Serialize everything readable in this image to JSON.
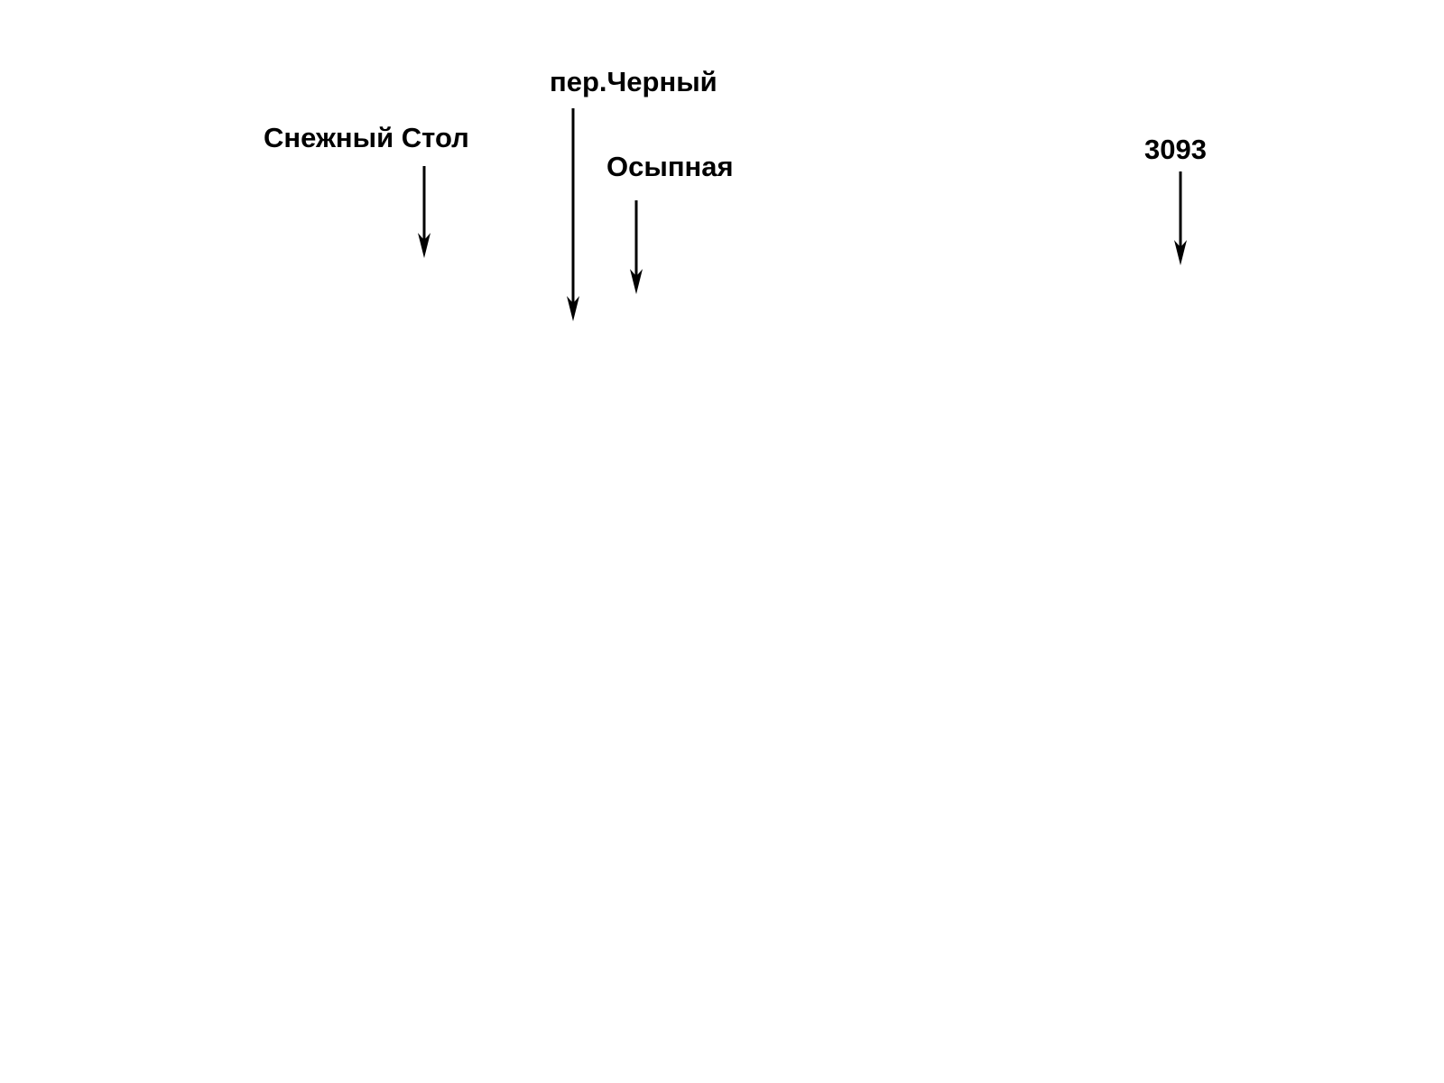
{
  "labels": {
    "snezhny_stol": "Снежный Стол",
    "per_cherny": "пер.Черный",
    "osypnaya": "Осыпная",
    "elevation_3093": "3093"
  },
  "colors": {
    "ink": "#000000",
    "background": "#ffffff"
  }
}
